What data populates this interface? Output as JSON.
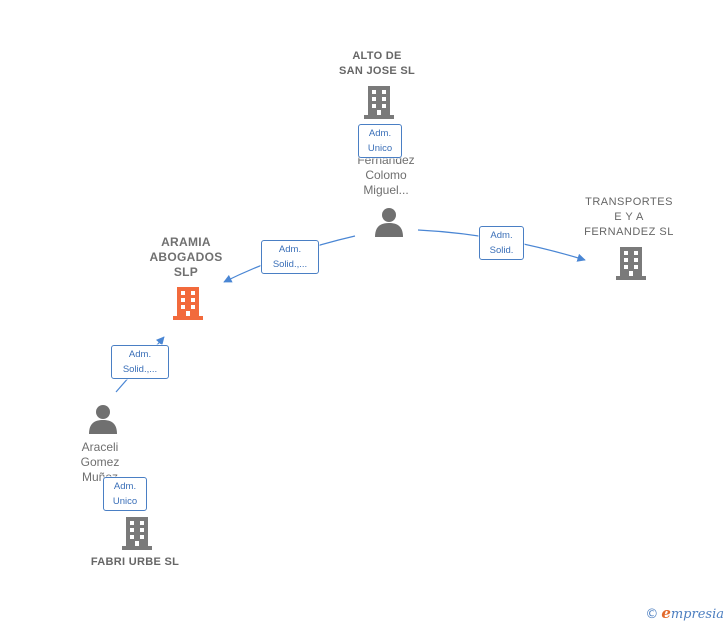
{
  "colors": {
    "focus_company": "#f26a3c",
    "company": "#7a7a7a",
    "person": "#707070",
    "edge": "#4a86d4",
    "badge_border": "#4a7fc4",
    "badge_text": "#3a6fb8"
  },
  "nodes": {
    "alto": {
      "label_lines": [
        "ALTO DE",
        "SAN JOSE  SL"
      ],
      "icon": "building-icon"
    },
    "fernandez": {
      "label_lines": [
        "Fernandez",
        "Colomo",
        "Miguel..."
      ],
      "icon": "person-icon"
    },
    "transportes": {
      "label_lines": [
        "TRANSPORTES",
        "E Y A",
        "FERNANDEZ SL"
      ],
      "icon": "building-icon"
    },
    "aramia": {
      "label_lines": [
        "ARAMIA",
        "ABOGADOS",
        "SLP"
      ],
      "icon": "building-icon"
    },
    "araceli": {
      "label_lines": [
        "Araceli",
        "Gomez",
        "Muñoz"
      ],
      "icon": "person-icon"
    },
    "fabri": {
      "label_lines": [
        "FABRI URBE SL"
      ],
      "icon": "building-icon"
    }
  },
  "badges": {
    "alto_fernandez": [
      "Adm.",
      "Unico"
    ],
    "fernandez_aramia": [
      "Adm.",
      "Solid.,..."
    ],
    "fernandez_transportes": [
      "Adm.",
      "Solid."
    ],
    "araceli_aramia": [
      "Adm.",
      "Solid.,..."
    ],
    "araceli_fabri": [
      "Adm.",
      "Unico"
    ]
  },
  "brand": {
    "copyright": "©",
    "initial": "e",
    "rest": "mpresia"
  }
}
